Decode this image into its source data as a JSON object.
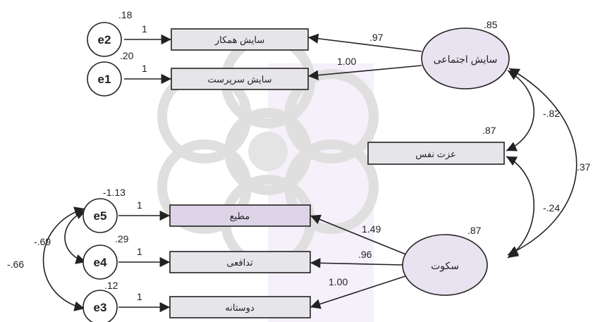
{
  "diagram": {
    "latents": {
      "social": {
        "label": "سایش اجتماعی",
        "r2": ".85"
      },
      "silence": {
        "label": "سکوت",
        "r2": ".87"
      }
    },
    "indicators": {
      "coworker": {
        "label": "سایش همکار"
      },
      "supervisor": {
        "label": "سایش سرپرست"
      },
      "selfesteem": {
        "label": "عزت نفس",
        "r2": ".87"
      },
      "obedient": {
        "label": "مطیع"
      },
      "defensive": {
        "label": "تدافعی"
      },
      "friendly": {
        "label": "دوستانه"
      }
    },
    "errors": {
      "e2": {
        "label": "e2",
        "var": ".18",
        "fixed": "1"
      },
      "e1": {
        "label": "e1",
        "var": ".20",
        "fixed": "1"
      },
      "e5": {
        "label": "e5",
        "var": "-1.13",
        "fixed": "1"
      },
      "e4": {
        "label": "e4",
        "var": ".29",
        "fixed": "1"
      },
      "e3": {
        "label": "e3",
        "var": ".12",
        "fixed": "1"
      }
    },
    "loadings": {
      "social_coworker": ".97",
      "social_supervisor": "1.00",
      "silence_obedient": "1.49",
      "silence_defensive": ".96",
      "silence_friendly": "1.00"
    },
    "covariances": {
      "social_selfesteem": "-.82",
      "social_silence": ".37",
      "selfesteem_silence": "-.24",
      "e5_e4": "-.69",
      "e5_e3": "-.66"
    },
    "colors": {
      "ellipse_fill": "#e9e2f0",
      "box_fill": "#e6e6ea",
      "box_fill_tint": "#ddd4e8",
      "stroke": "#222222",
      "watermark": "#dddddd",
      "watermark_purple": "#d9cbe6"
    }
  }
}
